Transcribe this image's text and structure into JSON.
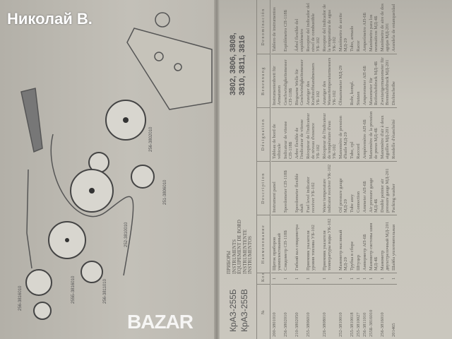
{
  "watermark": "Николай В.",
  "logo": "BAZAR",
  "diagram": {
    "labels": [
      "256-3802010",
      "251-3806010",
      "252-3810010",
      "256-3811010",
      "255Б-3816010",
      "256-3816010"
    ]
  },
  "header": {
    "models": [
      "КрАЗ-255Б",
      "КрАЗ-255В"
    ],
    "title_lines": [
      "ПРИБОРЫ",
      "INSTRUMENTS",
      "ÉQUIPEMENT DE BORD",
      "INSTRUMENTENTE",
      "INSTRUMENTOS"
    ],
    "group_numbers": [
      "3802, 3806, 3808,",
      "3810, 3811, 3816"
    ]
  },
  "columns": [
    "№",
    "Кол.",
    "Наименование",
    "Description",
    "Désignation",
    "Benennung",
    "Denominación"
  ],
  "rows": [
    [
      "200-3801010",
      "1",
      "Щиток приборов укомплектованный",
      "Instrument panel",
      "Tableau de bord de véhicule",
      "Instrumentenbrett für Armaturen",
      "Tablero de instrumentos"
    ],
    [
      "256-3802010",
      "1",
      "Спидометр СП-118Б",
      "Speedometer СП-118Б",
      "Indicateur de vitesse СП-118Б",
      "Geschwindigkeitsmesser СП-118Б",
      "Espidómetro СП-118Б"
    ],
    [
      "210-3802050",
      "1",
      "Гибкий вал спидометра",
      "Speedometer flexible shaft",
      "Arbre flexible de l'indicateur de vitesse",
      "Biegsame Welle für Geschwindigkeitsmesser",
      "Árbol flexible del espidómetro"
    ],
    [
      "255-3806010",
      "1",
      "Приемник указателя уровня топлива УБ-102",
      "Fuel level indicator receiver УБ-102",
      "Récepteur de l'indicateur de niveau d'essence УБ-102",
      "Anzeiger des Kraftstoffstandmessers УБ-102",
      "Receptor del indicador del nivel de combustible УБ-102"
    ],
    [
      "226-3808010",
      "1",
      "Приемник указателя температуры воды УК-102",
      "Water temperature indicator receiver УК-102",
      "Récepteur de l'indicateur de température d'eau УК-102",
      "Anzeiger des Wassertemperaturmessers УК-102",
      "Receptor del indicador de la temperatura de agua УК-102"
    ],
    [
      "252-3810010",
      "1",
      "Манометр масляный МД-29",
      "Oil pressure gauge МД-29",
      "Manomètre de pression d'huile МД-29",
      "Ölmanometer МД-29",
      "Manómetro de aceite МД-29"
    ],
    [
      "255-3810018",
      "1",
      "Трубка в сборе",
      "Tube assy",
      "Tube, cpl",
      "Rohr, kompl.",
      "Tubo, armado"
    ],
    [
      "255-3810027",
      "1",
      "Штуцер",
      "Connection",
      "Raccord",
      "Stutzen",
      "Racor"
    ],
    [
      "256-3811010",
      "1",
      "Амперметр АП-6Б",
      "Ammeter АП-6Б",
      "Ampèremètre АП-6Б",
      "Amperemeter АП-6Б",
      "Amperímetro АП-6Б"
    ],
    [
      "255Б-3816010",
      "1",
      "Манометр системы шин МД-4Б",
      "Air pressure gauge МД-4Б",
      "Manomètre de la pression de pneus МД-4Б",
      "Manometer für Reifenluftdruck МД-4Б",
      "Manómetro para los neumáticos МД-4Б"
    ],
    [
      "256-3816010",
      "1",
      "Манометр двухстрелочный МД-201",
      "Double pointer air pressure gauge МД-201",
      "Manomètre d'air à deux aiguilles МД-201",
      "Zweizeigermanometer für Bremsluftdruck МД-201",
      "Manómetro de aire de dos agujas МД-201"
    ],
    [
      "201465",
      "1",
      "Шайба уплотнительная",
      "Packing washer",
      "Rondelle d'étanchéité",
      "Dichtscheibe",
      "Arandela de estanqueidad"
    ]
  ]
}
